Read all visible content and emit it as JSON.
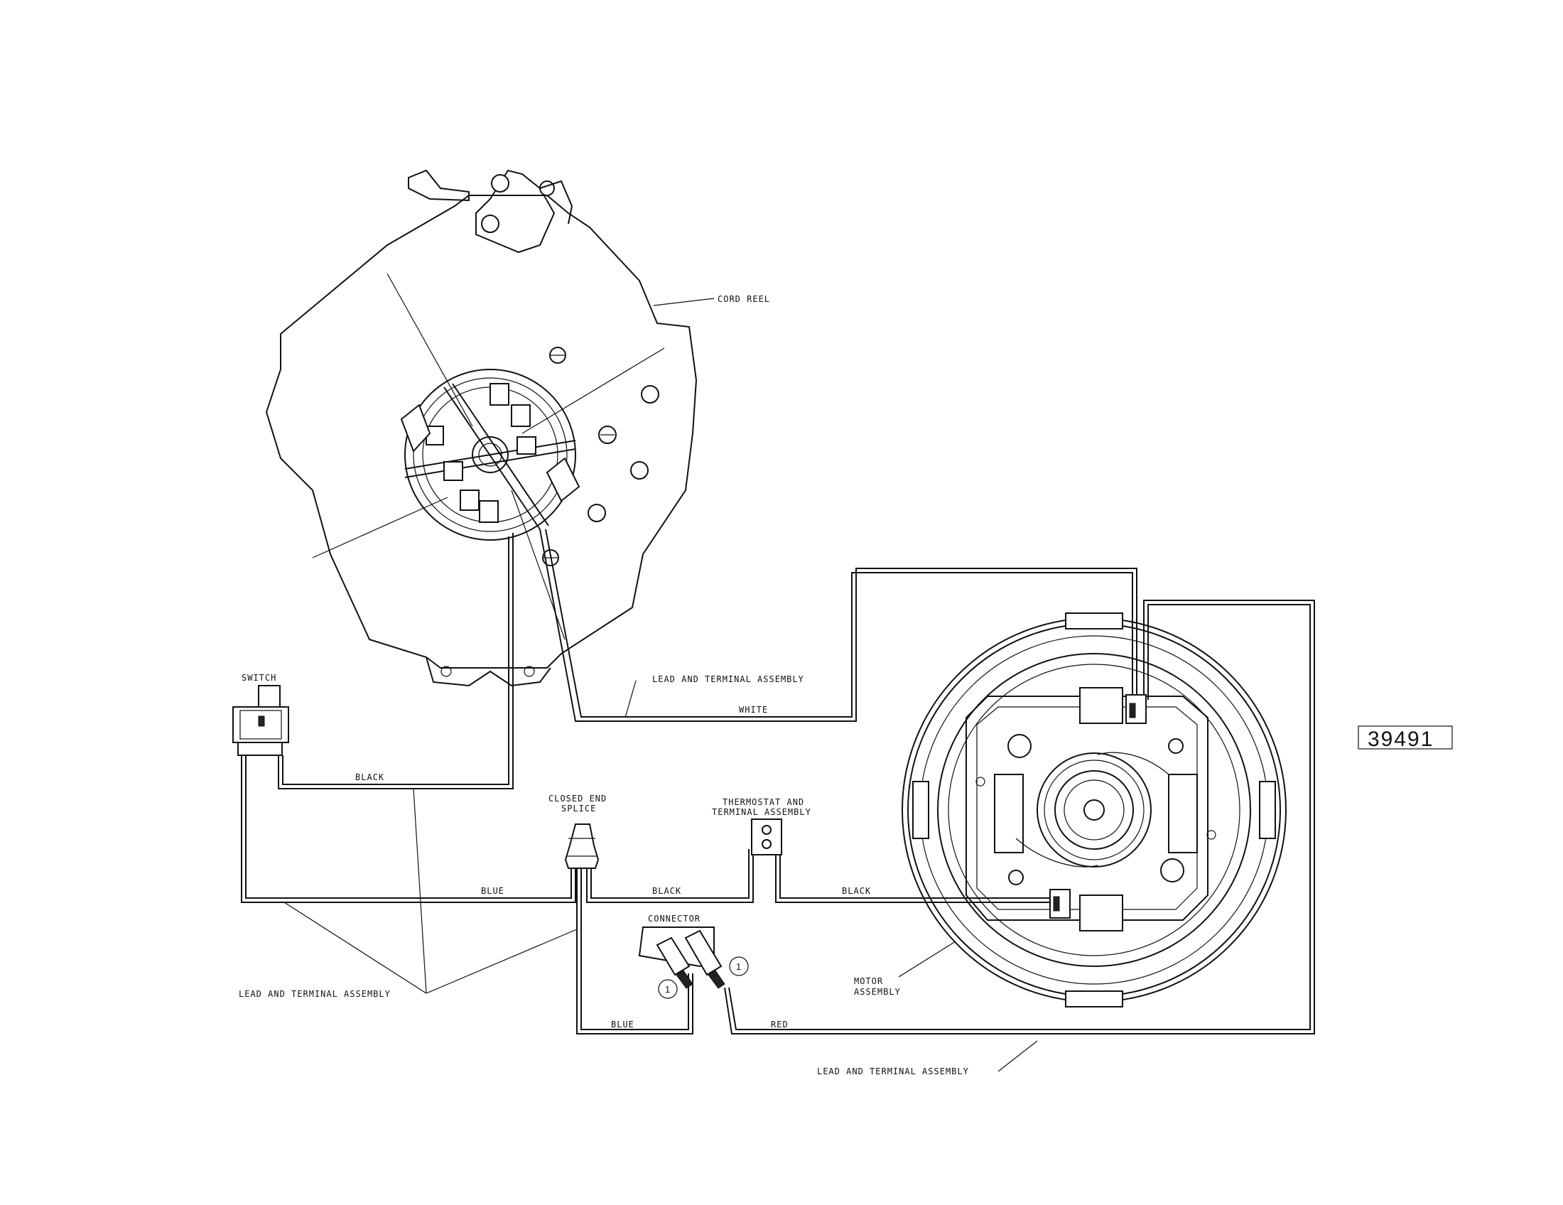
{
  "labels": {
    "cord_reel": "CORD REEL",
    "switch": "SWITCH",
    "lead_terminal_top": "LEAD AND TERMINAL ASSEMBLY",
    "white": "WHITE",
    "black_top": "BLACK",
    "closed_end_splice_1": "CLOSED END",
    "closed_end_splice_2": "SPLICE",
    "thermostat_1": "THERMOSTAT AND",
    "thermostat_2": "TERMINAL ASSEMBLY",
    "blue_mid": "BLUE",
    "black_mid": "BLACK",
    "black_right": "BLACK",
    "connector": "CONNECTOR",
    "circle_1a": "1",
    "circle_1b": "1",
    "lead_terminal_left": "LEAD AND TERMINAL ASSEMBLY",
    "motor_1": "MOTOR",
    "motor_2": "ASSEMBLY",
    "blue_bottom": "BLUE",
    "red_bottom": "RED",
    "lead_terminal_bottom": "LEAD AND TERMINAL ASSEMBLY",
    "part_number": "39491"
  },
  "colors": {
    "line": "#111111",
    "background": "#ffffff"
  }
}
